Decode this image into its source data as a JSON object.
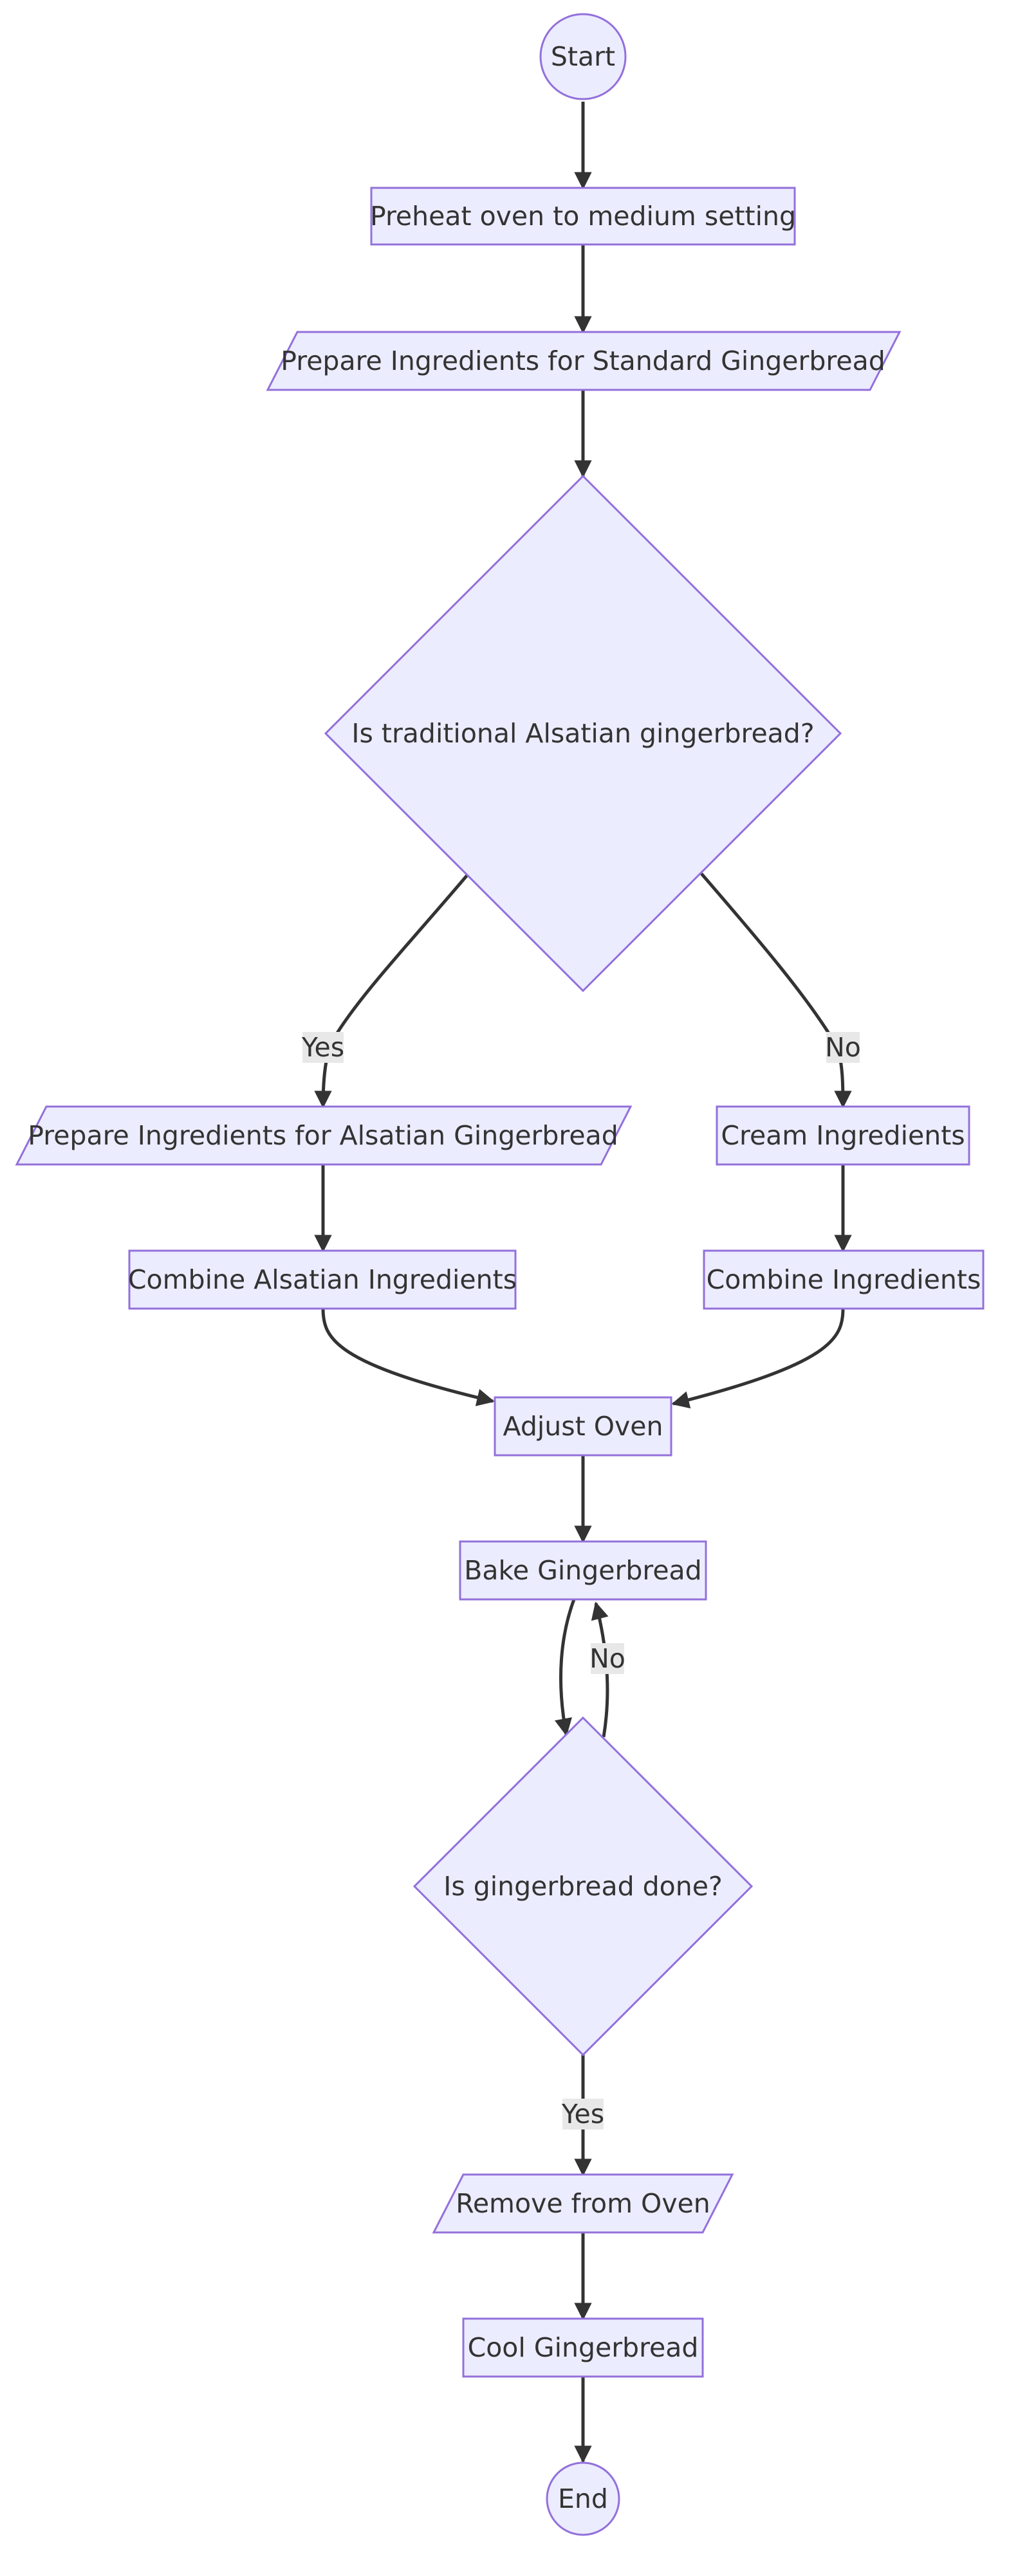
{
  "diagram": {
    "colors": {
      "node_fill": "#ececff",
      "node_stroke": "#9370db",
      "edge": "#333333",
      "edge_label_bg": "#e8e8e8",
      "text": "#333333"
    },
    "nodes": {
      "start": "Start",
      "preheat": "Preheat oven to medium setting",
      "prep_standard": "Prepare Ingredients for Standard Gingerbread",
      "decision_alsatian": "Is traditional Alsatian gingerbread?",
      "prep_alsatian": "Prepare Ingredients for Alsatian Gingerbread",
      "cream": "Cream Ingredients",
      "combine_alsatian": "Combine Alsatian Ingredients",
      "combine": "Combine Ingredients",
      "adjust": "Adjust Oven",
      "bake": "Bake Gingerbread",
      "decision_done": "Is gingerbread done?",
      "remove": "Remove from Oven",
      "cool": "Cool Gingerbread",
      "end": "End"
    },
    "edge_labels": {
      "alsatian_yes": "Yes",
      "alsatian_no": "No",
      "done_no": "No",
      "done_yes": "Yes"
    }
  }
}
